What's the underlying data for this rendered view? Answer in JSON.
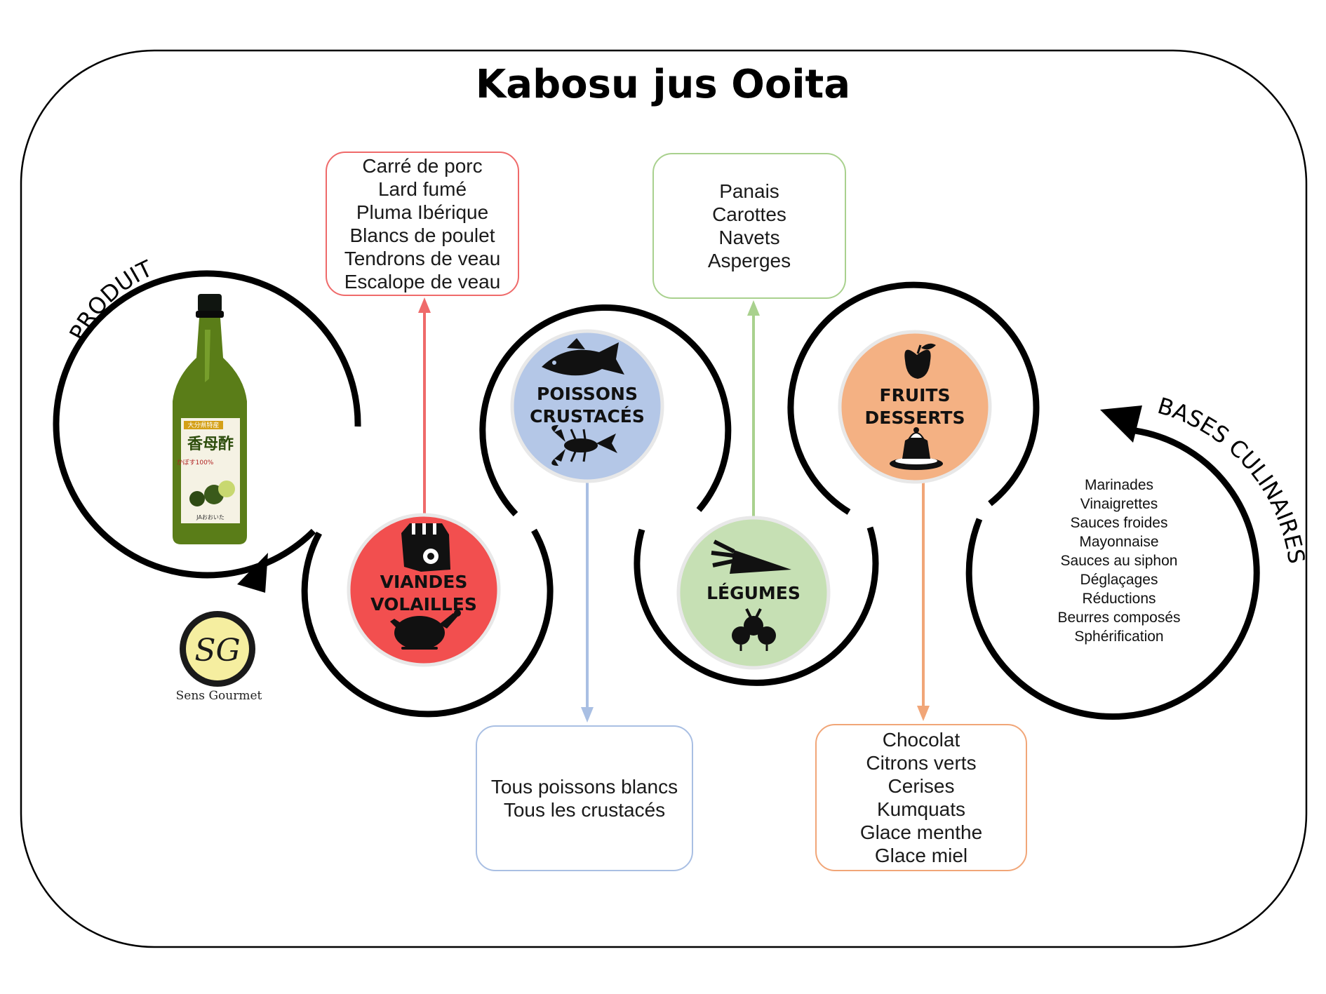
{
  "title": "Kabosu jus Ooita",
  "produit_label": "PRODUIT",
  "bases_label": "BASES CULINAIRES",
  "brand": {
    "monogram": "SG",
    "name": "Sens Gourmet"
  },
  "bottle": {
    "label_top": "大分県特産",
    "label_main": "香母酢",
    "label_badge": "かぼす100%",
    "label_bottom": "JAおおいた"
  },
  "colors": {
    "viandes": "#f24f4f",
    "viandes_border": "#ef6a6a",
    "poissons": "#b4c7e7",
    "poissons_border": "#a9bfe3",
    "legumes": "#c6e0b4",
    "legumes_border": "#a9d18e",
    "fruits": "#f4b183",
    "fruits_border": "#f1a678",
    "frame": "#000000"
  },
  "categories": {
    "viandes": {
      "line1": "VIANDES",
      "line2": "VOLAILLES",
      "icons": [
        "rack-of-lamb-icon",
        "roast-chicken-icon"
      ]
    },
    "poissons": {
      "line1": "POISSONS",
      "line2": "CRUSTACÉS",
      "icons": [
        "fish-icon",
        "lobster-icon"
      ]
    },
    "legumes": {
      "line1": "LÉGUMES",
      "icons": [
        "carrot-icon",
        "turnip-icon"
      ]
    },
    "fruits": {
      "line1": "FRUITS",
      "line2": "DESSERTS",
      "icons": [
        "apple-icon",
        "dessert-icon"
      ]
    }
  },
  "boxes": {
    "viandes": [
      "Carré de porc",
      "Lard fumé",
      "Pluma Ibérique",
      "Blancs de poulet",
      "Tendrons de veau",
      "Escalope de veau"
    ],
    "legumes": [
      "Panais",
      "Carottes",
      "Navets",
      "Asperges"
    ],
    "poissons": [
      "Tous poissons blancs",
      "Tous les crustacés"
    ],
    "fruits": [
      "Chocolat",
      "Citrons verts",
      "Cerises",
      "Kumquats",
      "Glace menthe",
      "Glace miel"
    ]
  },
  "bases": [
    "Marinades",
    "Vinaigrettes",
    "Sauces froides",
    "Mayonnaise",
    "Sauces au siphon",
    "Déglaçages",
    "Réductions",
    "Beurres composés",
    "Sphérification"
  ]
}
